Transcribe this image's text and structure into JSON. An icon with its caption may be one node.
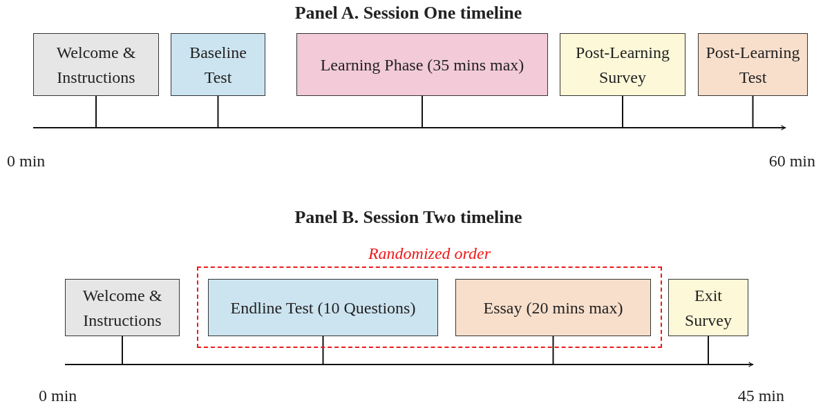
{
  "diagram": {
    "nodes": [
      {
        "text": [
          "Welcome & Instructions"
        ]
      },
      {
        "text": [
          "Baseline Test"
        ]
      },
      {
        "text": [
          "Learning Phase (35 mins max)"
        ]
      },
      {
        "text": [
          "Post-Learning Survey"
        ]
      },
      {
        "text": [
          "Post-Learning Test"
        ]
      },
      {
        "text": [
          "Welcome & Instructions"
        ]
      },
      {
        "text": [
          "Randomized order"
        ]
      },
      {
        "text": [
          "Endline Test (10 Questions)"
        ],
        "in": 6
      },
      {
        "text": [
          "Essay (20 mins max)"
        ],
        "in": 6
      },
      {
        "text": [
          "Exit Survey"
        ]
      }
    ],
    "edges": [
      {
        "from": 0,
        "to": null,
        "arrow": "none"
      },
      {
        "from": 1,
        "to": null,
        "arrow": "none"
      },
      {
        "from": 2,
        "to": null,
        "arrow": "none"
      },
      {
        "from": 3,
        "to": null,
        "arrow": "none"
      },
      {
        "from": 4,
        "to": null,
        "arrow": "none"
      },
      {
        "from": 5,
        "to": null,
        "arrow": "none"
      },
      {
        "from": 7,
        "to": null,
        "arrow": "none"
      },
      {
        "from": 8,
        "to": null,
        "arrow": "none"
      },
      {
        "from": 9,
        "to": null,
        "arrow": "none"
      }
    ],
    "labels": [
      "Panel A. Session One timeline",
      "0 min",
      "60 min",
      "Panel B. Session Two timeline",
      "0 min",
      "45 min"
    ]
  }
}
